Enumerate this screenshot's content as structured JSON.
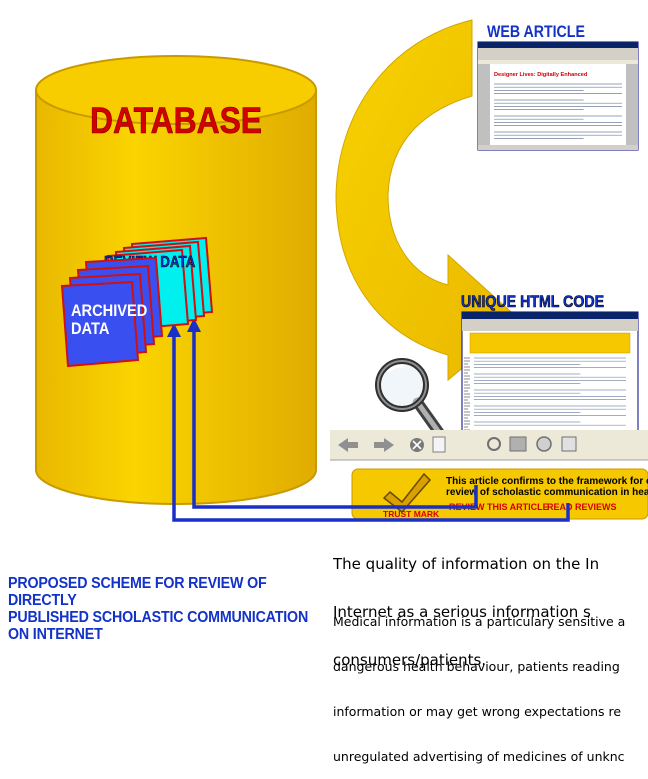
{
  "database": {
    "label": "DATABASE"
  },
  "review_data": {
    "label": "REVIEW DATA"
  },
  "archived_data": {
    "line1": "ARCHIVED",
    "line2": "DATA"
  },
  "web_article": {
    "label": "WEB ARTICLE",
    "heading": "Designer Lives: Digitally Enhanced"
  },
  "unique_html": {
    "label": "UNIQUE HTML CODE"
  },
  "trust_bar": {
    "text_line1": "This article confirms to the framework for ope",
    "text_line2": "review of scholastic communication in health a",
    "trust_mark": "TRUST MARK",
    "review_link": "REVIEW THIS ARTICLE",
    "read_link": "READ REVIEWS"
  },
  "caption": {
    "line1": "PROPOSED SCHEME FOR REVIEW OF DIRECTLY",
    "line2": "PUBLISHED SCHOLASTIC COMMUNICATION",
    "line3": "ON INTERNET"
  },
  "article_text": {
    "quality_line1": "The quality of information on the In",
    "quality_line2": "Internet as a serious information s",
    "quality_line3": "consumers/patients.",
    "medical_line1": "Medical information is a particulary sensitive a",
    "medical_line2": "dangerous health behaviour, patients reading",
    "medical_line3": "information or may get wrong expectations re",
    "medical_line4": "unregulated advertising of medicines of unknc"
  },
  "colors": {
    "cylinder": "#f5c800",
    "cylinder_edge": "#c89a00",
    "title_red": "#d40000",
    "label_blue": "#1232c8",
    "arrow_gold": "#f1c40f",
    "connector_blue": "#1a2fc8",
    "review_cyan": "#00f0f0",
    "archived_blue": "#3a4ff0",
    "sheet_red": "#d01010"
  }
}
